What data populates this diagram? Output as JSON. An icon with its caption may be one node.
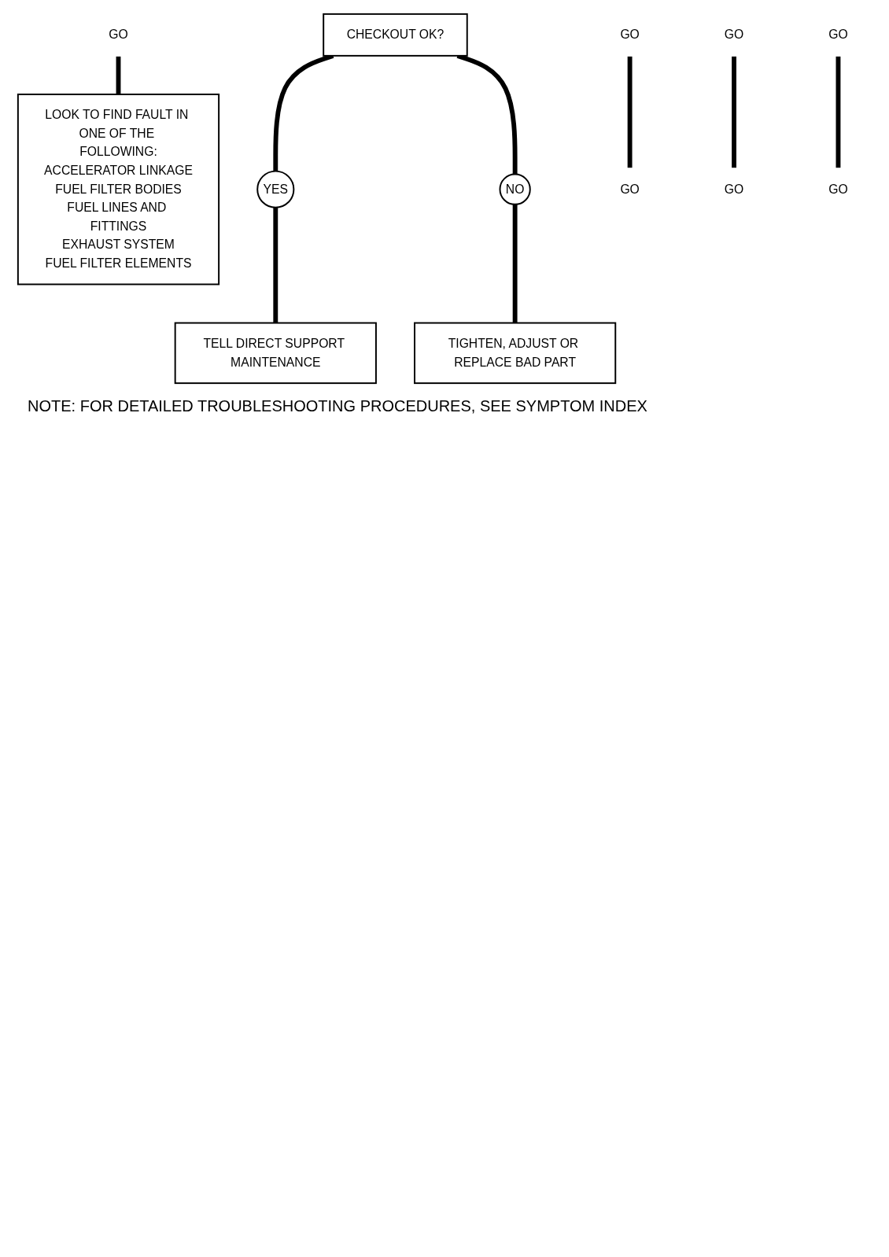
{
  "diagram": {
    "nodes": [
      {
        "text": [
          "GO"
        ]
      },
      {
        "text": [
          "GO"
        ]
      },
      {
        "text": [
          "GO"
        ]
      },
      {
        "text": [
          "GO"
        ]
      },
      {
        "text": [
          "LOOK TO FIND FAULT IN ONE OF THE FOLLOWING:",
          "ACCELERATOR LINKAGE",
          "FUEL FILTER BODIES",
          "FUEL LINES AND FITTINGS",
          "EXHAUST SYSTEM",
          "FUEL FILTER ELEMENTS"
        ]
      },
      {
        "text": [
          "CHECKOUT OK?"
        ]
      },
      {
        "text": [
          "YES"
        ]
      },
      {
        "text": [
          "NO"
        ]
      },
      {
        "text": [
          "TIGHTEN, ADJUST OR REPLACE BAD PART"
        ]
      },
      {
        "text": [
          "TELL DIRECT SUPPORT MAINTENANCE"
        ]
      },
      {
        "text": [
          "GO"
        ]
      },
      {
        "text": [
          "GO"
        ]
      },
      {
        "text": [
          "GO"
        ]
      }
    ],
    "edges": [
      {
        "from": 0,
        "to": 4,
        "arrow": "none"
      },
      {
        "from": 5,
        "to": 6,
        "arrow": "none"
      },
      {
        "from": 5,
        "to": 7,
        "arrow": "none"
      },
      {
        "from": 6,
        "to": 9,
        "arrow": "none"
      },
      {
        "from": 7,
        "to": 8,
        "arrow": "none"
      },
      {
        "from": 1,
        "to": 10,
        "arrow": "none"
      },
      {
        "from": 2,
        "to": 11,
        "arrow": "none"
      },
      {
        "from": 3,
        "to": 12,
        "arrow": "none"
      }
    ],
    "labels": [
      "NOTE: FOR DETAILED TROUBLESHOOTING PROCEDURES, SEE SYMPTOM INDEX"
    ]
  }
}
